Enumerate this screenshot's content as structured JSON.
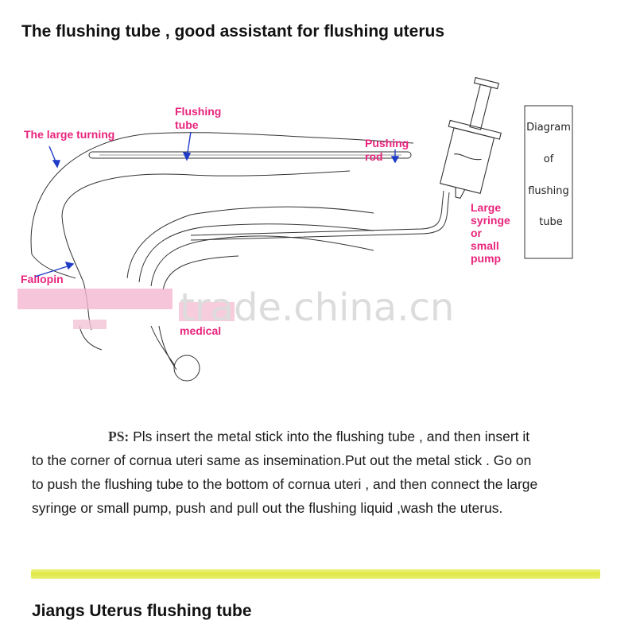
{
  "header": {
    "title": "The flushing tube , good assistant for flushing uterus"
  },
  "diagram": {
    "labels": {
      "large_turning": "The large turning",
      "flushing_tube_1": "Flushing",
      "flushing_tube_2": "tube",
      "pushing_rod_1": "Pushing",
      "pushing_rod_2": "rod",
      "syringe_1": "Large",
      "syringe_2": "syringe",
      "syringe_3": "or",
      "syringe_4": "small",
      "syringe_5": "pump",
      "fallopian": "Fallopin",
      "medical": "medical"
    },
    "side_box": [
      "Diagram",
      "of",
      "flushing",
      "tube"
    ],
    "watermark": "trade.china.cn",
    "label_color": "#e8257d"
  },
  "instructions": {
    "ps_mark": "PS:",
    "lines": [
      "Pls insert the metal stick into the flushing tube , and then insert it",
      "to the corner of cornua uteri same as insemination.Put out the metal stick . Go on",
      "to push the flushing tube to the bottom of cornua uteri , and then connect the large",
      "syringe or small pump, push and pull out the flushing liquid ,wash the uterus."
    ]
  },
  "footer": {
    "title": "Jiangs Uterus flushing tube",
    "divider_color": "#dfe945"
  }
}
